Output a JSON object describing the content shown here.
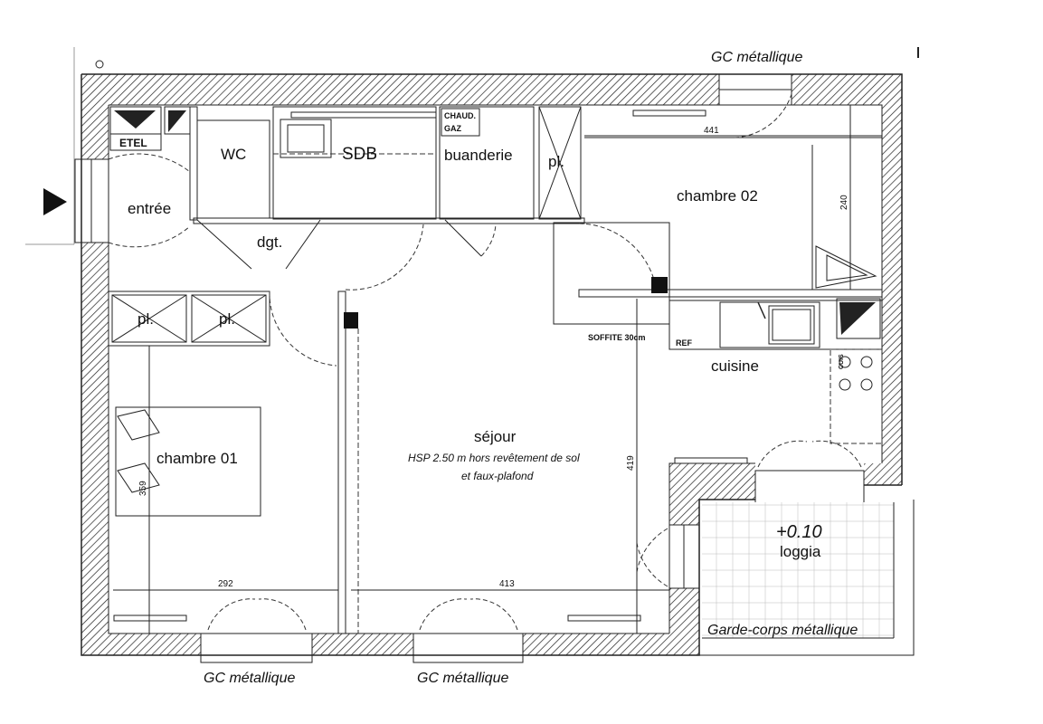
{
  "rooms": {
    "entree": "entrée",
    "wc": "WC",
    "sdb": "SDB",
    "buanderie": "buanderie",
    "dgt": "dgt.",
    "chambre02": "chambre 02",
    "chambre01": "chambre 01",
    "sejour": "séjour",
    "cuisine": "cuisine",
    "loggia": "loggia"
  },
  "placards": {
    "pl_top": "pl.",
    "pl_left1": "pl.",
    "pl_left2": "pl."
  },
  "labels": {
    "etel": "ETEL",
    "chaud_gaz_line1": "CHAUD.",
    "chaud_gaz_line2": "GAZ",
    "soffite": "SOFFITE 30cm",
    "ref": "REF",
    "cuis": "CUIS",
    "hsp_line1": "HSP 2.50 m hors revêtement de sol",
    "hsp_line2": "et faux-plafond",
    "loggia_level": "+0.10",
    "garde_corps": "Garde-corps métallique",
    "gc_top": "GC métallique",
    "gc_bottom_left": "GC métallique",
    "gc_bottom_mid": "GC métallique"
  },
  "dimensions": {
    "d441": "441",
    "d240": "240",
    "d359": "359",
    "d419": "419",
    "d292": "292",
    "d413": "413"
  },
  "colors": {
    "line": "#111111",
    "background": "#ffffff"
  }
}
